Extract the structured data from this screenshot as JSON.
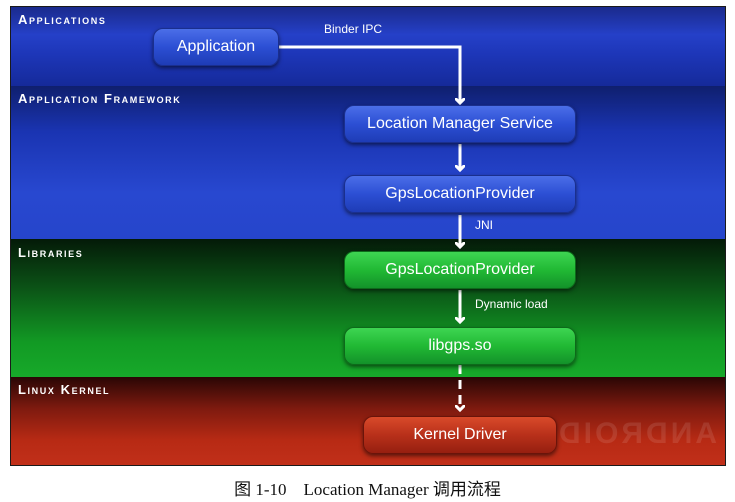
{
  "layers": {
    "applications": "Applications",
    "framework": "Application Framework",
    "libraries": "Libraries",
    "kernel": "Linux Kernel"
  },
  "nodes": {
    "application": "Application",
    "location_manager_service": "Location Manager Service",
    "gps_provider_framework": "GpsLocationProvider",
    "gps_provider_library": "GpsLocationProvider",
    "libgps": "libgps.so",
    "kernel_driver": "Kernel Driver"
  },
  "edge_labels": {
    "binder_ipc": "Binder IPC",
    "jni": "JNI",
    "dynamic_load": "Dynamic load"
  },
  "watermark": "ANDROID",
  "caption": "图 1-10　Location Manager 调用流程",
  "colors": {
    "applications_layer": "#2540c8",
    "framework_layer": "#1a34b2",
    "libraries_layer": "#129a24",
    "kernel_layer": "#b72a14",
    "blue_box": "#2c4fd4",
    "green_box": "#21b934",
    "red_box": "#b8301a",
    "arrow": "#ffffff"
  }
}
